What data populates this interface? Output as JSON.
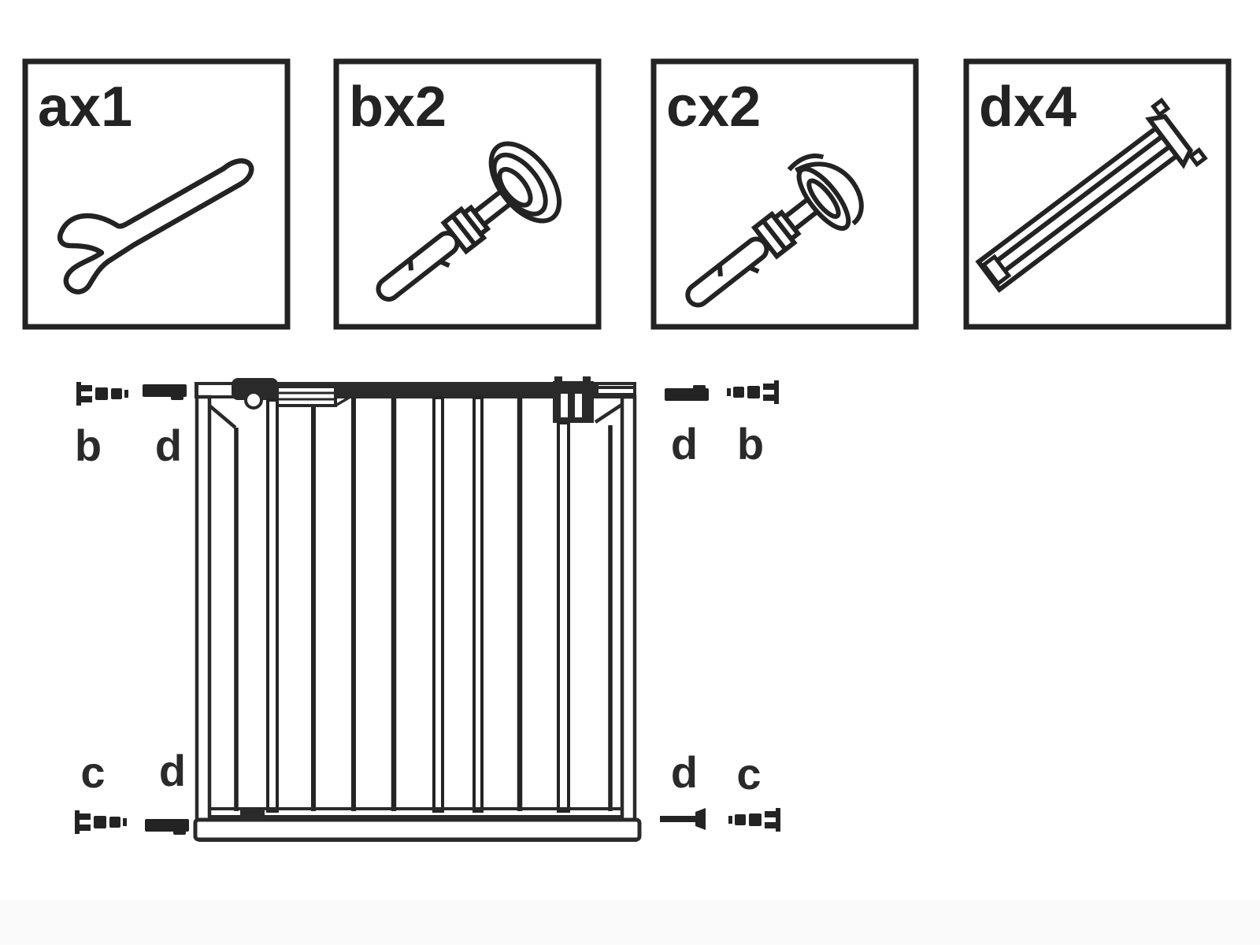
{
  "colors": {
    "ink": "#232323",
    "background": "#ffffff",
    "footer_band": "#f8f8f8"
  },
  "parts_boxes": [
    {
      "label": "ax1",
      "part": "open-end-wrench",
      "quantity": 1
    },
    {
      "label": "bx2",
      "part": "pressure-spindle-round-wall-cup",
      "quantity": 2
    },
    {
      "label": "cx2",
      "part": "pressure-spindle-y-wall-cup",
      "quantity": 2
    },
    {
      "label": "dx4",
      "part": "square-extension-tube",
      "quantity": 4
    }
  ],
  "gate_diagram": {
    "description": "pressure-fit safety gate, front view, hardware positions marked at all four corners",
    "corner_labels": {
      "top_left": [
        "b",
        "d"
      ],
      "top_right": [
        "d",
        "b"
      ],
      "bottom_left": [
        "c",
        "d"
      ],
      "bottom_right": [
        "d",
        "c"
      ]
    }
  }
}
